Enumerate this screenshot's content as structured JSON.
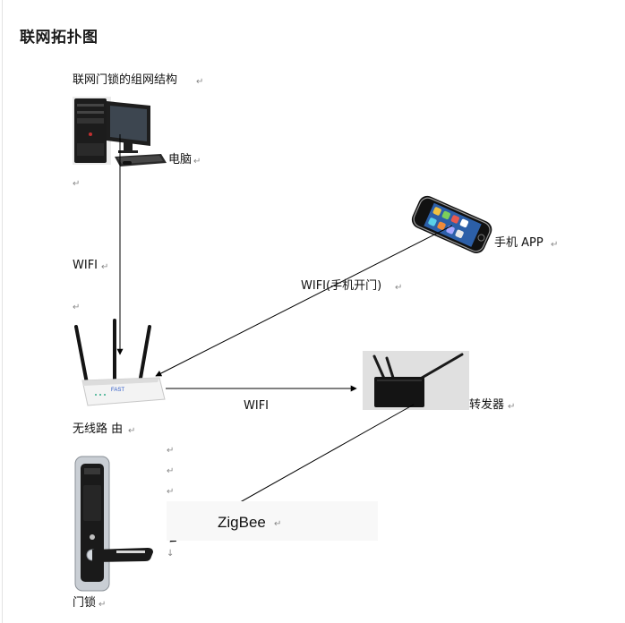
{
  "page": {
    "title": "联网拓扑图",
    "subtitle": "联网门锁的组网结构"
  },
  "nodes": {
    "computer": {
      "label": "电脑"
    },
    "phone": {
      "label": "手机 APP"
    },
    "router": {
      "label": "无线路 由"
    },
    "repeater": {
      "label": "转发器"
    },
    "lock": {
      "label": "门锁"
    }
  },
  "links": {
    "computer_router": {
      "label": "WIFI"
    },
    "phone_router": {
      "label": "WIFI(手机开门)"
    },
    "router_repeater": {
      "label": "WIFI"
    },
    "repeater_lock": {
      "label": "ZigBee"
    }
  },
  "colors": {
    "line": "#000000",
    "device_black": "#1b1b1b",
    "router_white": "#f2f2f2",
    "lock_silver": "#c9ced4"
  }
}
